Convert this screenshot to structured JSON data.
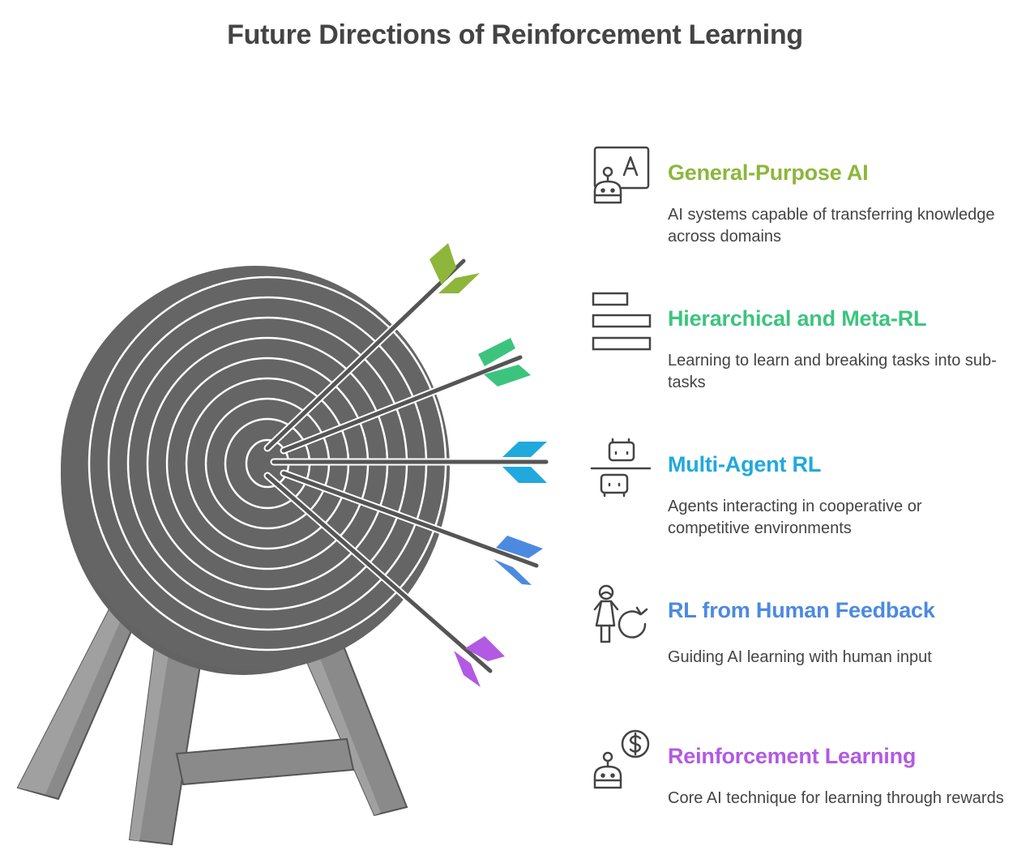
{
  "title": "Future Directions of Reinforcement Learning",
  "items": [
    {
      "title": "General-Purpose AI",
      "description": "AI systems capable of transferring knowledge across domains",
      "color": "#8db63b",
      "icon": "robot-letter-icon"
    },
    {
      "title": "Hierarchical and Meta-RL",
      "description": "Learning to learn and breaking tasks into sub-tasks",
      "color": "#3cc47f",
      "icon": "stacked-bars-icon"
    },
    {
      "title": "Multi-Agent RL",
      "description": "Agents interacting in cooperative or competitive environments",
      "color": "#20a9dc",
      "icon": "two-agents-icon"
    },
    {
      "title": "RL from Human Feedback",
      "description": "Guiding AI learning with human input",
      "color": "#4c8ae0",
      "icon": "human-feedback-icon"
    },
    {
      "title": "Reinforcement Learning",
      "description": "Core AI technique for learning through rewards",
      "color": "#b25ae3",
      "icon": "robot-reward-icon"
    }
  ]
}
